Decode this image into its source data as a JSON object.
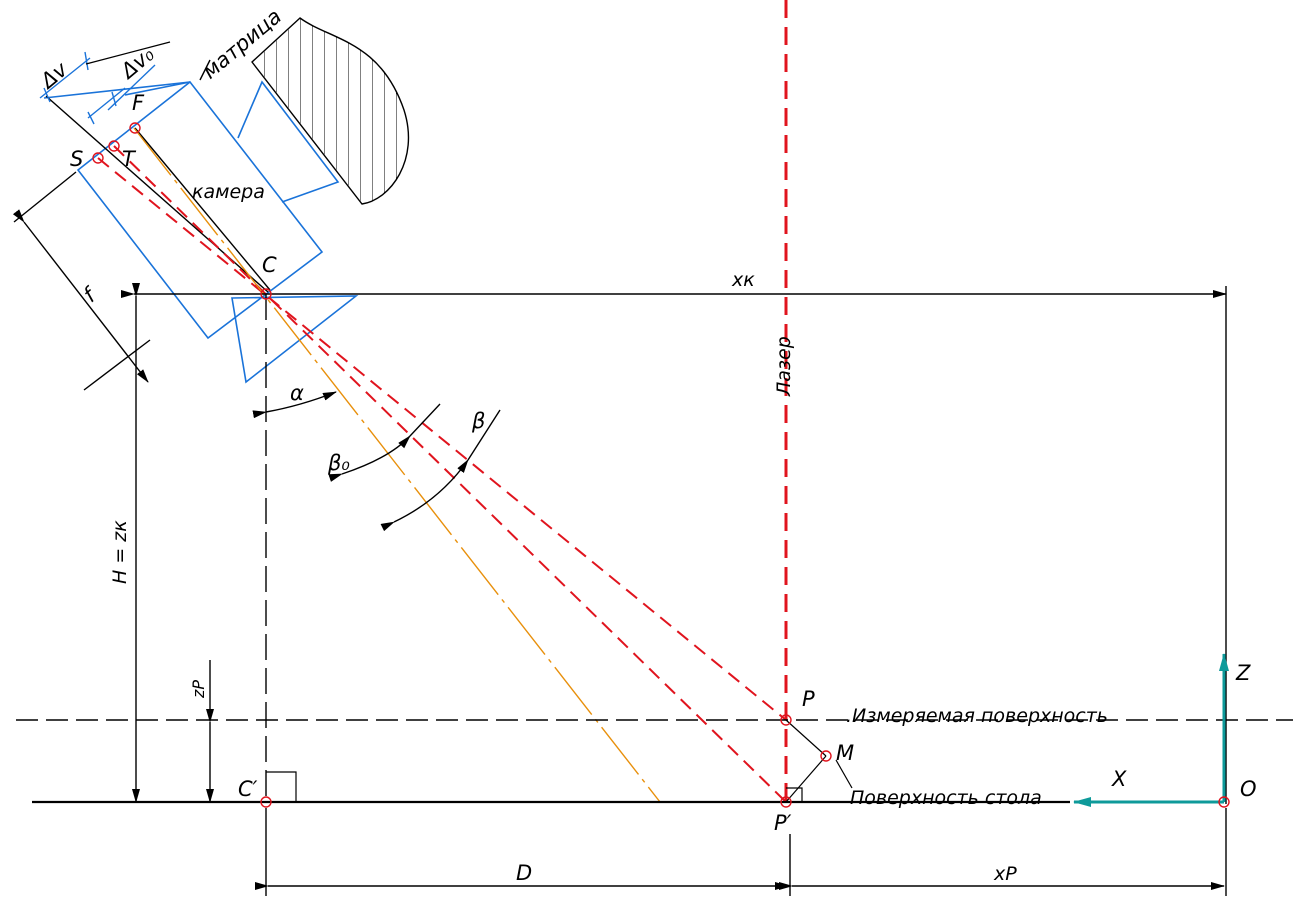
{
  "labels": {
    "dv": "Δv",
    "dv0": "Δv₀",
    "matrix": "матрица",
    "F": "F",
    "S": "S",
    "T": "T",
    "camera": "камера",
    "C": "C",
    "f": "f",
    "xk": "xк",
    "laser": "Лазер",
    "alpha": "α",
    "beta": "β",
    "beta0": "β₀",
    "H": "H = zк",
    "zp": "zP",
    "P": "P",
    "measured": ".Измеряемая поверхность",
    "M": "M",
    "table": "Поверхность стола",
    "Cprime": "C′",
    "Pprime": "P′",
    "D": "D",
    "xp": "xP",
    "X": "X",
    "Z": "Z",
    "O": "O"
  },
  "colors": {
    "line": "#000000",
    "camera": "#1a73d9",
    "laser": "#e0141e",
    "ray": "#e0141e",
    "axis_orange": "#e8900c",
    "coord_axes": "#0e9a9a"
  }
}
